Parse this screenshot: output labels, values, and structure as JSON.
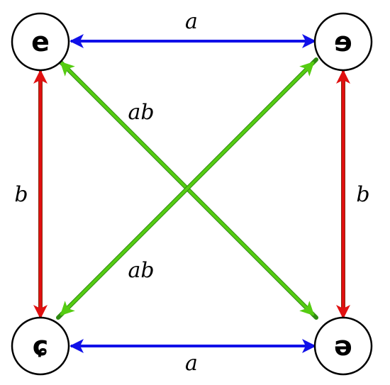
{
  "colors": {
    "a_edge": "#1010e8",
    "b_edge": "#e01010",
    "ab_edge": "#55cc11",
    "b_edge_dark": "#8a2a10",
    "ab_edge_dark": "#2e8a10"
  },
  "nodes": {
    "top_left": "e",
    "top_right": "ɘ",
    "bottom_left": "ɕ",
    "bottom_right": "ə"
  },
  "edges": {
    "top_label": "a",
    "bottom_label": "a",
    "left_label": "b",
    "right_label": "b",
    "diag_upper_label": "ab",
    "diag_lower_label": "ab"
  }
}
